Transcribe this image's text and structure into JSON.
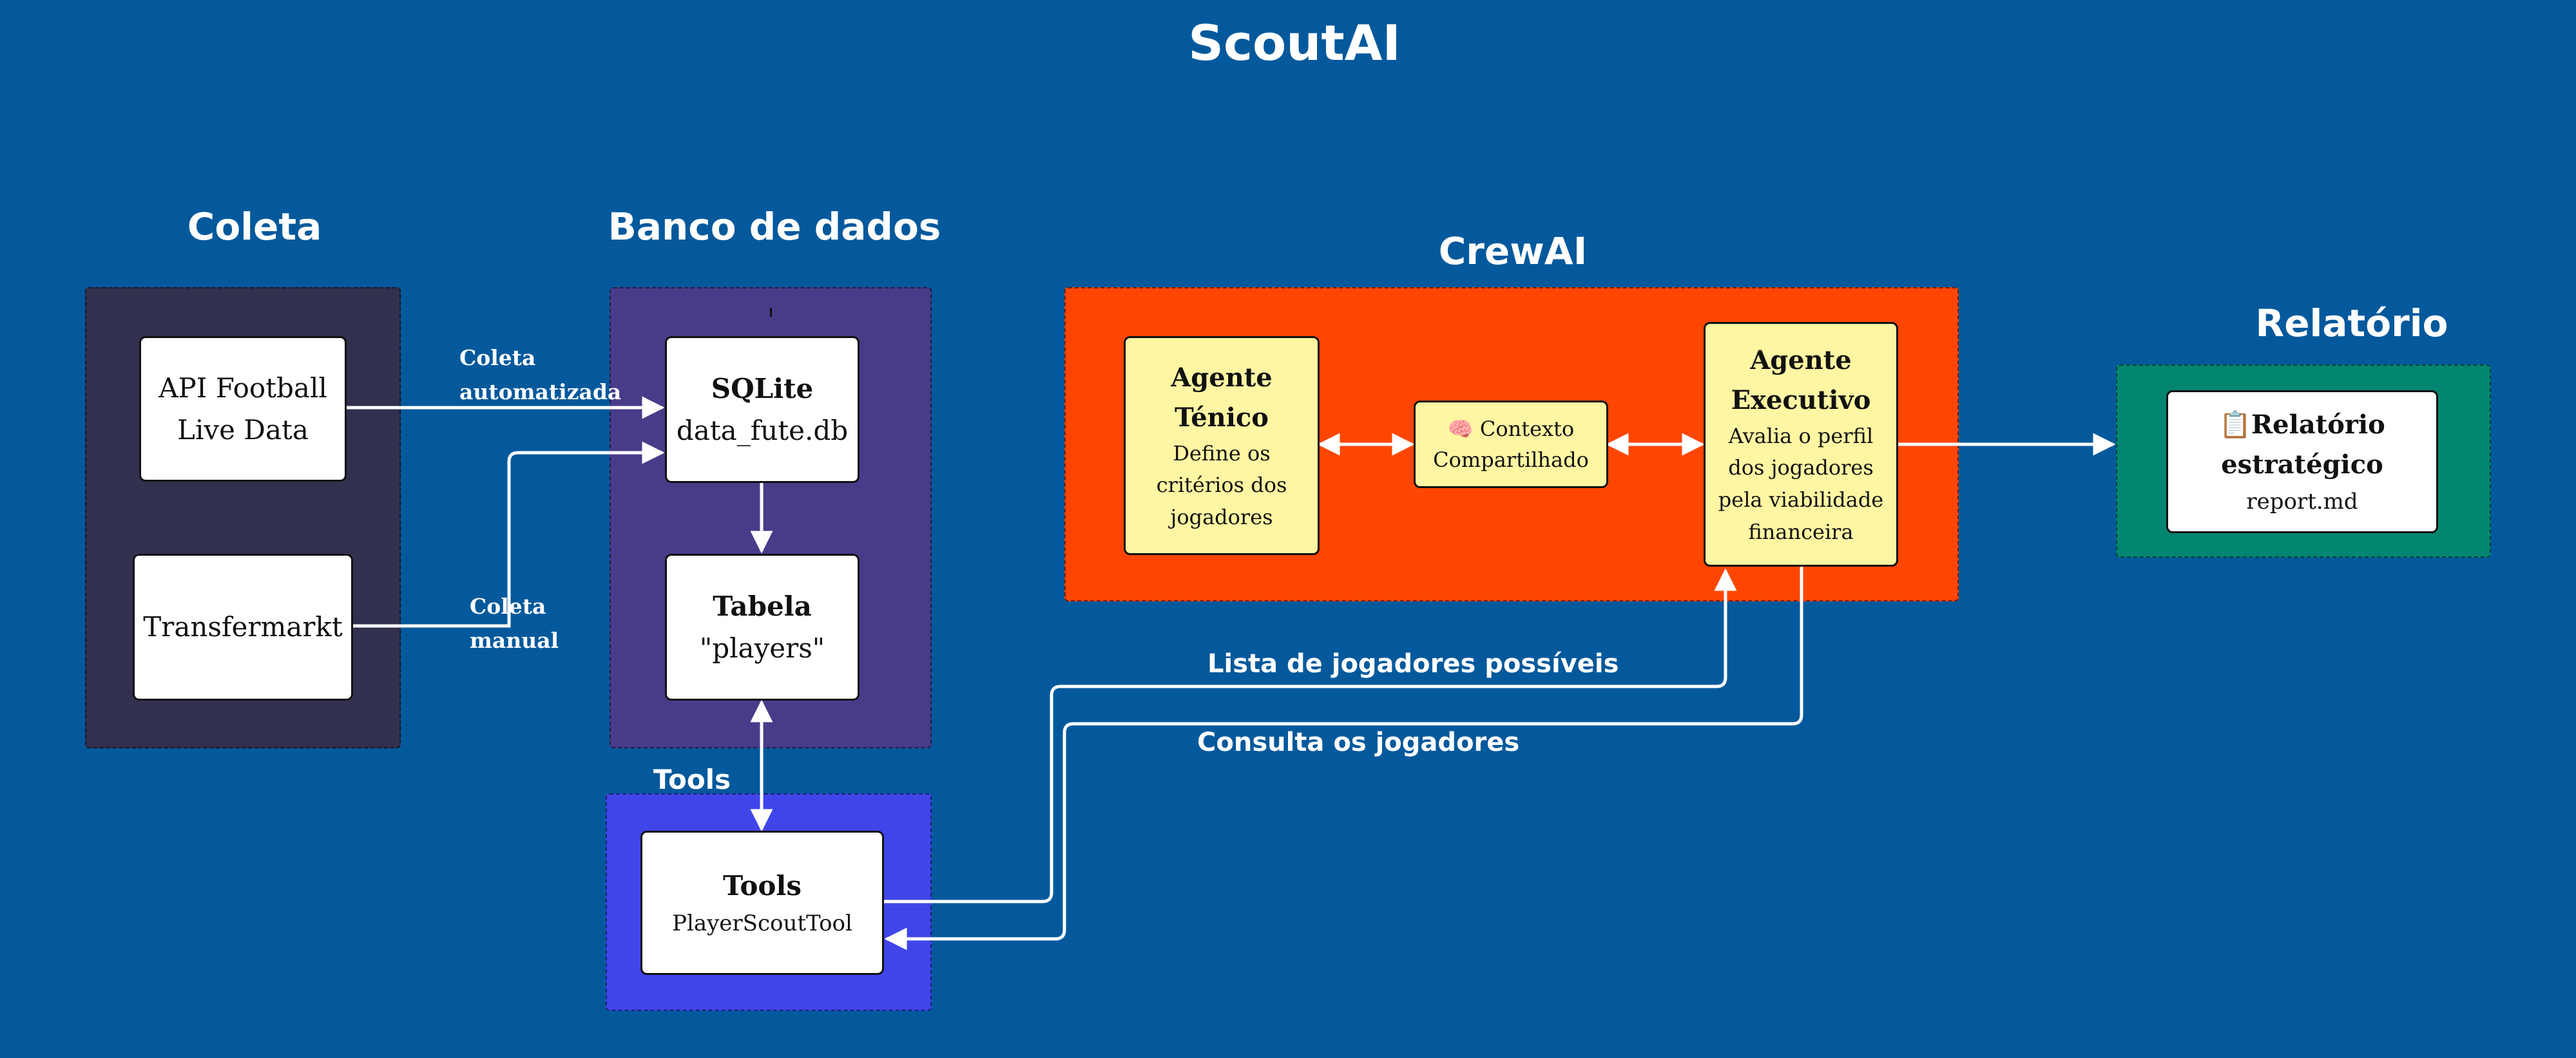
{
  "title": "ScoutAI",
  "sections": {
    "coleta": "Coleta",
    "banco": "Banco de dados",
    "crewai": "CrewAI",
    "relatorio": "Relatório",
    "tools": "Tools"
  },
  "nodes": {
    "api": {
      "line1": "API Football",
      "line2": "Live Data"
    },
    "transfermarkt": {
      "label": "Transfermarkt"
    },
    "sqlite": {
      "title": "SQLite",
      "sub": "data_fute.db"
    },
    "tabela": {
      "title": "Tabela",
      "sub": "\"players\""
    },
    "tools": {
      "title": "Tools",
      "sub": "PlayerScoutTool"
    },
    "agente_tecnico": {
      "title1": "Agente",
      "title2": "Ténico",
      "desc1": "Define os",
      "desc2": "critérios dos",
      "desc3": "jogadores"
    },
    "contexto": {
      "icon": "🧠",
      "line1": "Contexto",
      "line2": "Compartilhado"
    },
    "agente_exec": {
      "title1": "Agente",
      "title2": "Executivo",
      "desc1": "Avalia o perfil",
      "desc2": "dos jogadores",
      "desc3": "pela viabilidade",
      "desc4": "financeira"
    },
    "relatorio": {
      "icon": "📋",
      "title1": "Relatório",
      "title2": "estratégico",
      "sub": "report.md"
    }
  },
  "edge_labels": {
    "coleta_auto_1": "Coleta",
    "coleta_auto_2": "automatizada",
    "coleta_manual_1": "Coleta",
    "coleta_manual_2": "manual",
    "lista": "Lista de jogadores possíveis",
    "consulta": "Consulta os jogadores"
  },
  "colors": {
    "background": "#03599c",
    "coleta_group": "#32304f",
    "banco_group": "#483c8a",
    "tools_group": "#4045ea",
    "crewai_group": "#fe4602",
    "relatorio_group": "#028671",
    "agent_fill": "#fff6a3"
  }
}
